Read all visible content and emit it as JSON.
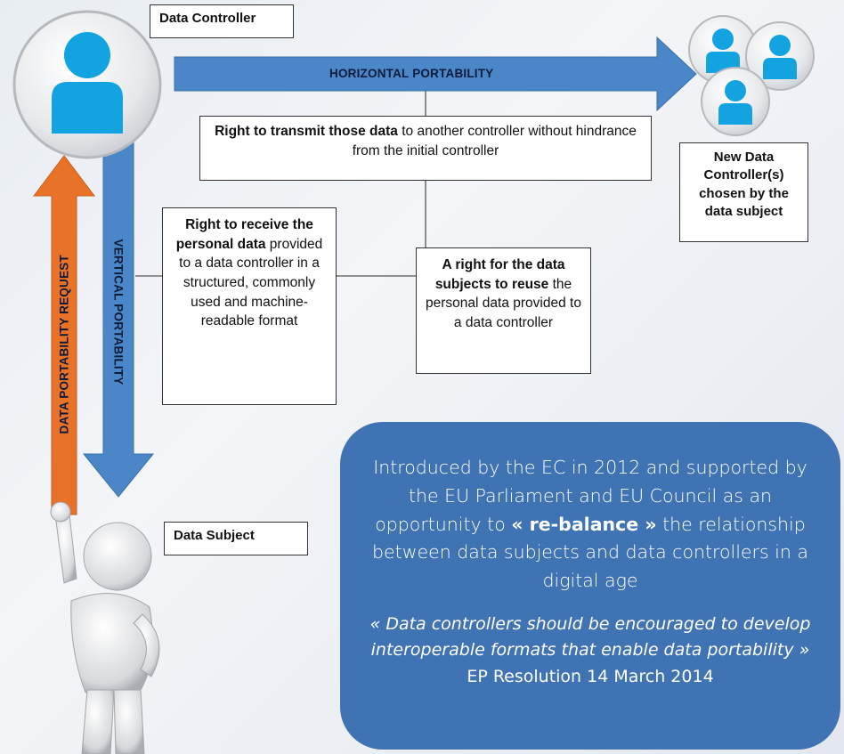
{
  "labels": {
    "data_controller": "Data Controller",
    "data_subject": "Data Subject",
    "new_controllers": "New Data Controller(s) chosen by the data subject"
  },
  "arrows": {
    "horizontal": "HORIZONTAL PORTABILITY",
    "vertical": "VERTICAL PORTABILITY",
    "request": "DATA PORTABILITY REQUEST"
  },
  "boxes": {
    "transmit_bold": "Right to transmit those data",
    "transmit_rest": " to another controller without hindrance from the initial controller",
    "receive_bold": "Right to receive the personal data",
    "receive_rest": " provided to a data controller in a structured, commonly used and machine-readable format",
    "reuse_bold": "A right for the data subjects to reuse",
    "reuse_rest": " the personal data provided to a data controller"
  },
  "bubble": {
    "intro_pre": "Introduced by the EC in 2012 and supported by the EU Parliament and EU Council as an opportunity to ",
    "intro_bold": "« re-balance »",
    "intro_post": " the relationship between data subjects and data controllers in a digital age",
    "quote_italic": "« Data controllers should be encouraged to develop interoperable formats that enable data portability »",
    "quote_rest": " EP Resolution 14 March 2014"
  },
  "colors": {
    "blue_arrow": "#4a86c8",
    "orange_arrow": "#e87228",
    "bubble": "#3f73b3",
    "person_icon": "#13a3e0"
  }
}
